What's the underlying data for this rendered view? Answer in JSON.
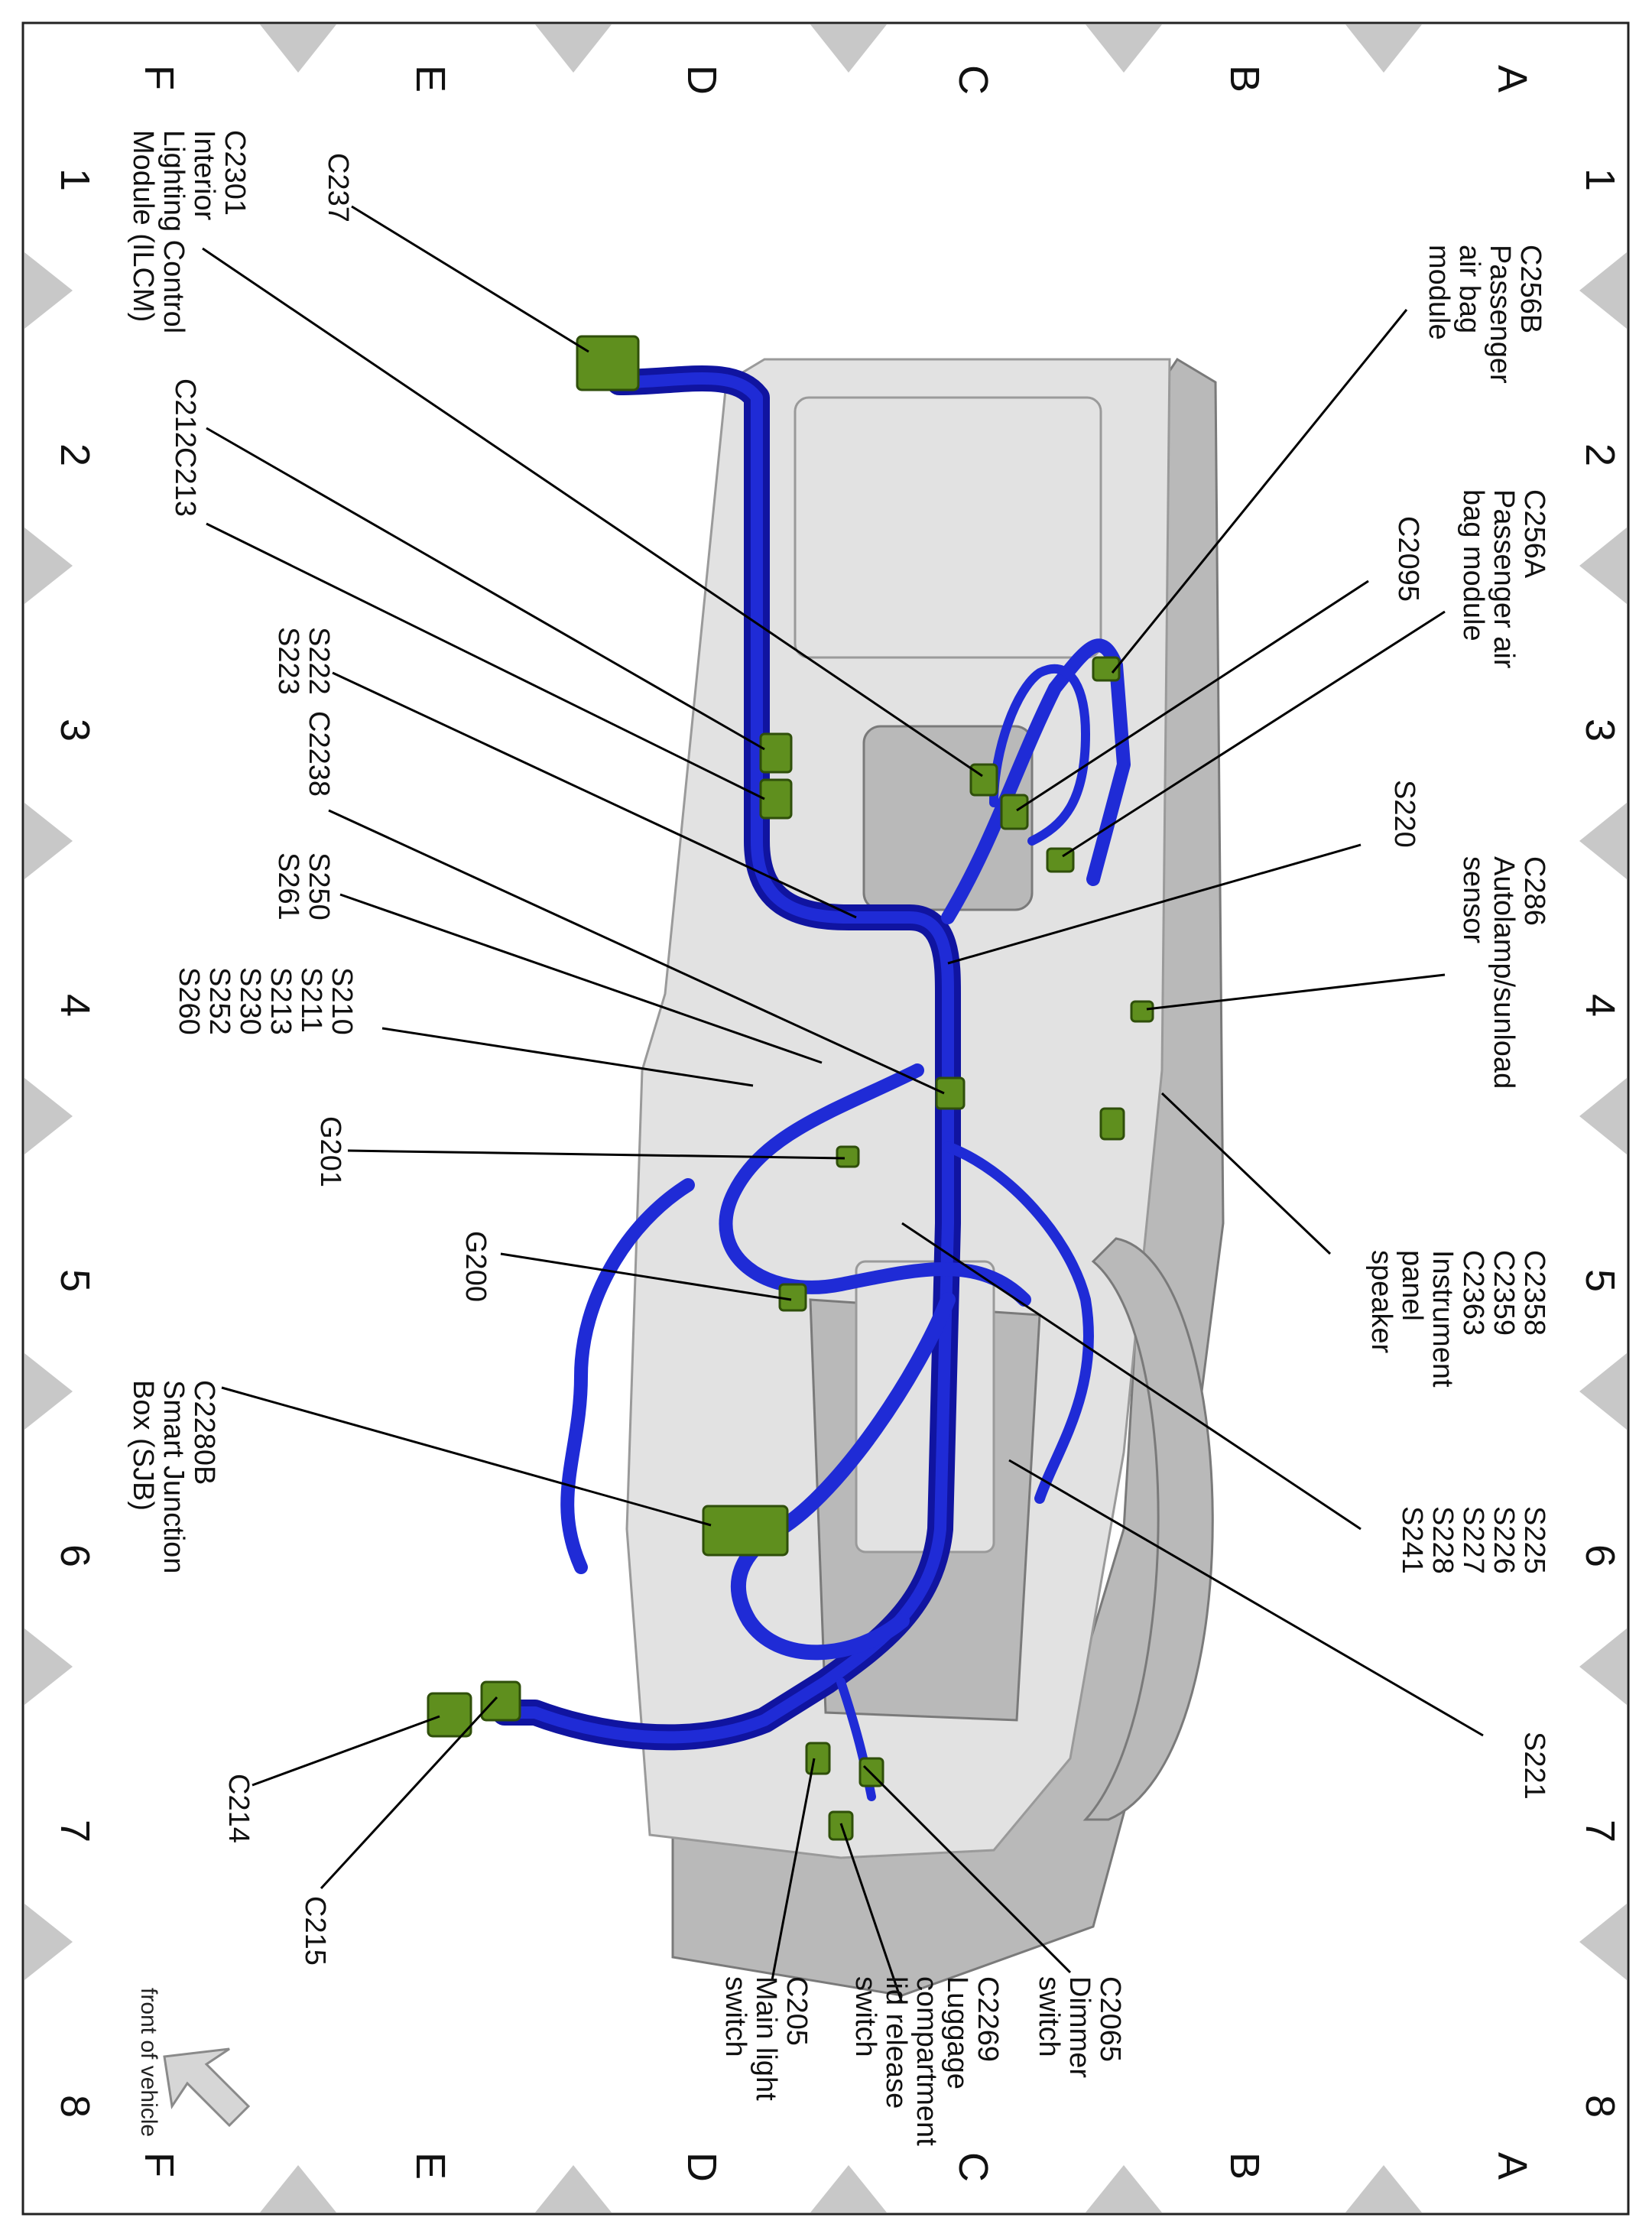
{
  "grid": {
    "rows": [
      "A",
      "B",
      "C",
      "D",
      "E",
      "F"
    ],
    "columns": [
      "1",
      "2",
      "3",
      "4",
      "5",
      "6",
      "7",
      "8"
    ]
  },
  "labels": [
    {
      "id": "c256b",
      "lines": [
        "C256B",
        "Passenger",
        "air bag",
        "module"
      ]
    },
    {
      "id": "c256a",
      "lines": [
        "C256A",
        "Passenger air",
        "bag module"
      ]
    },
    {
      "id": "c2095",
      "lines": [
        "C2095"
      ]
    },
    {
      "id": "s220",
      "lines": [
        "S220"
      ]
    },
    {
      "id": "c286",
      "lines": [
        "C286",
        "Autolamp/sunload",
        "sensor"
      ]
    },
    {
      "id": "c2358",
      "lines": [
        "C2358",
        "C2359",
        "C2363",
        "Instrument",
        "panel",
        "speaker"
      ]
    },
    {
      "id": "s225",
      "lines": [
        "S225",
        "S226",
        "S227",
        "S228",
        "S241"
      ]
    },
    {
      "id": "s221",
      "lines": [
        "S221"
      ]
    },
    {
      "id": "c2065",
      "lines": [
        "C2065",
        "Dimmer",
        "switch"
      ]
    },
    {
      "id": "c2269",
      "lines": [
        "C2269",
        "Luggage",
        "compartment",
        "lid release",
        "switch"
      ]
    },
    {
      "id": "c205",
      "lines": [
        "C205",
        "Main light",
        "switch"
      ]
    },
    {
      "id": "c215",
      "lines": [
        "C215"
      ]
    },
    {
      "id": "c214",
      "lines": [
        "C214"
      ]
    },
    {
      "id": "c2280b",
      "lines": [
        "C2280B",
        "Smart Junction",
        "Box (SJB)"
      ]
    },
    {
      "id": "g200",
      "lines": [
        "G200"
      ]
    },
    {
      "id": "g201",
      "lines": [
        "G201"
      ]
    },
    {
      "id": "s210",
      "lines": [
        "S210",
        "S211",
        "S213",
        "S230",
        "S252",
        "S260"
      ]
    },
    {
      "id": "s250",
      "lines": [
        "S250",
        "S261"
      ]
    },
    {
      "id": "c2238",
      "lines": [
        "C2238"
      ]
    },
    {
      "id": "s222",
      "lines": [
        "S222",
        "S223"
      ]
    },
    {
      "id": "c213",
      "lines": [
        "C213"
      ]
    },
    {
      "id": "c212",
      "lines": [
        "C212"
      ]
    },
    {
      "id": "c2301",
      "lines": [
        "C2301",
        "Interior",
        "Lighting Control",
        "Module (ILCM)"
      ]
    },
    {
      "id": "c237",
      "lines": [
        "C237"
      ]
    }
  ],
  "front_note": "front of vehicle",
  "colors": {
    "harness": "#1f2bd6",
    "connector": "#5f8f1e",
    "panel": "#e2e2e2"
  }
}
